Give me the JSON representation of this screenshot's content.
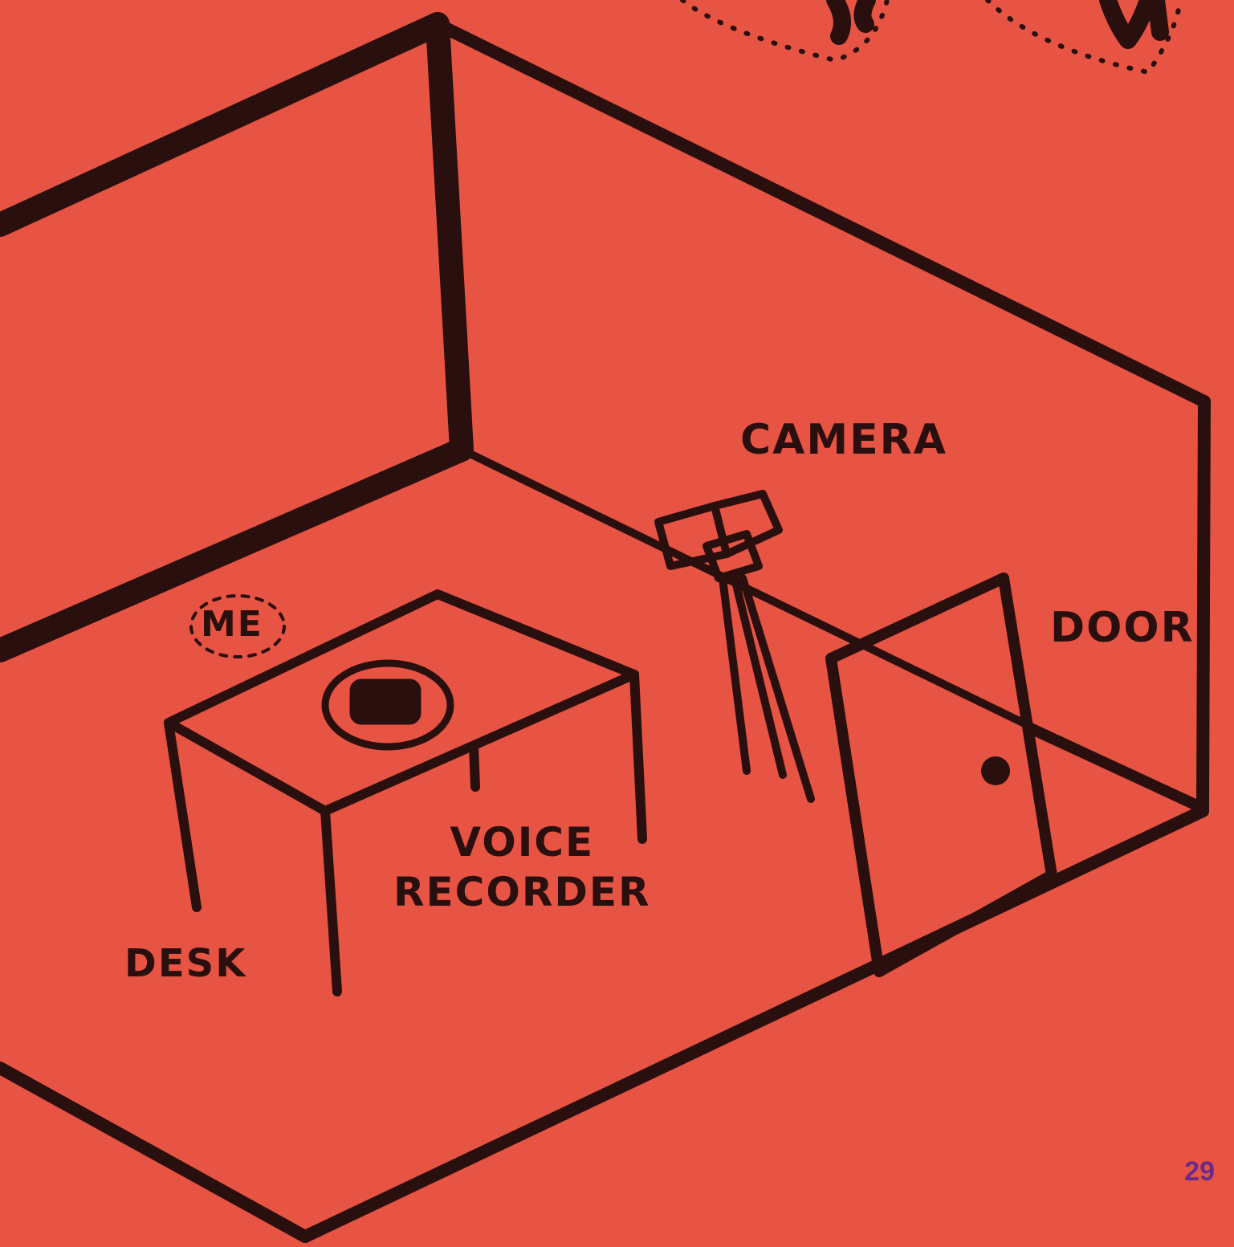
{
  "labels": {
    "camera": "CAMERA",
    "door": "DOOR",
    "me": "ME",
    "voice_recorder_line1": "VOICE",
    "voice_recorder_line2": "RECORDER",
    "desk": "DESK"
  },
  "page_number": "29",
  "colors": {
    "background": "#e85443",
    "ink": "#2a0f0f",
    "page_number": "#6a2a8a"
  }
}
